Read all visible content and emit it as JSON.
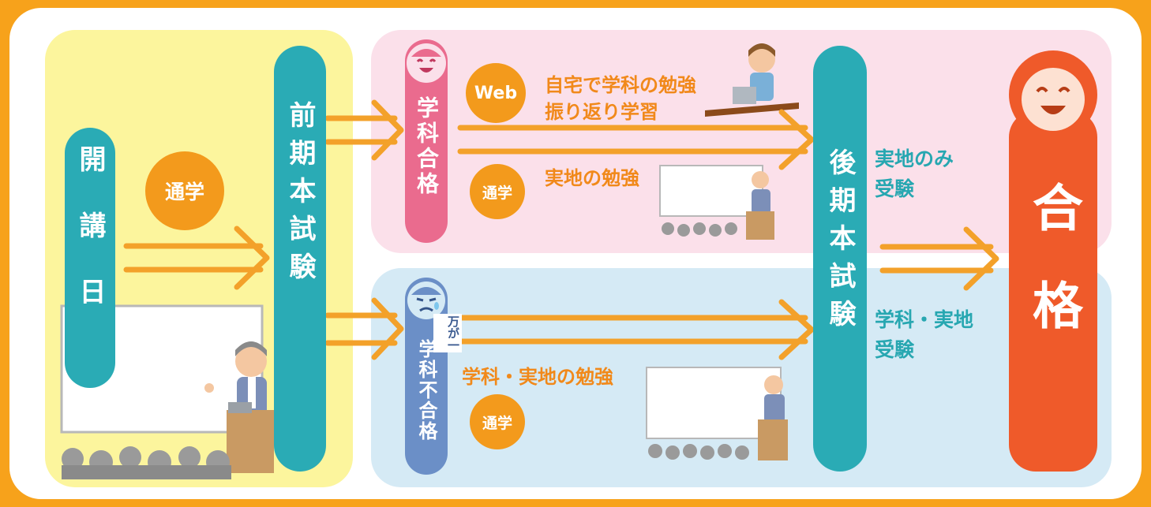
{
  "colors": {
    "outer_orange": "#f7a21b",
    "yellow_panel": "#fcf59d",
    "pink_panel": "#fbe0ea",
    "blue_panel": "#d5eaf5",
    "teal": "#2aabb5",
    "pink_pill": "#ea6b8e",
    "blue_pill": "#6b8fc7",
    "red_orange": "#ef5a2a",
    "arrow_orange": "#f3a12a"
  },
  "stages": {
    "opening_day": "開講日",
    "first_exam": "前期本試験",
    "second_exam": "後期本試験",
    "pass": "合格"
  },
  "branches": {
    "subject_pass": "学科合格",
    "subject_fail_prefix": "万が一",
    "subject_fail": "学科不合格"
  },
  "badges": {
    "commute_main": "通学",
    "web": "Web",
    "commute_pink": "通学",
    "commute_blue": "通学"
  },
  "labels": {
    "web_line1": "自宅で学科の勉強",
    "web_line2": "振り返り学習",
    "practical_study": "実地の勉強",
    "fail_study": "学科・実地の勉強",
    "practical_only_line1": "実地のみ",
    "practical_only_line2": "受験",
    "both_exam_line1": "学科・実地",
    "both_exam_line2": "受験"
  },
  "icons": [
    "smile-face-icon",
    "worried-face-icon",
    "big-smile-face-icon",
    "instructor-illustration-icon",
    "laptop-student-icon",
    "audience-heads-icon"
  ]
}
